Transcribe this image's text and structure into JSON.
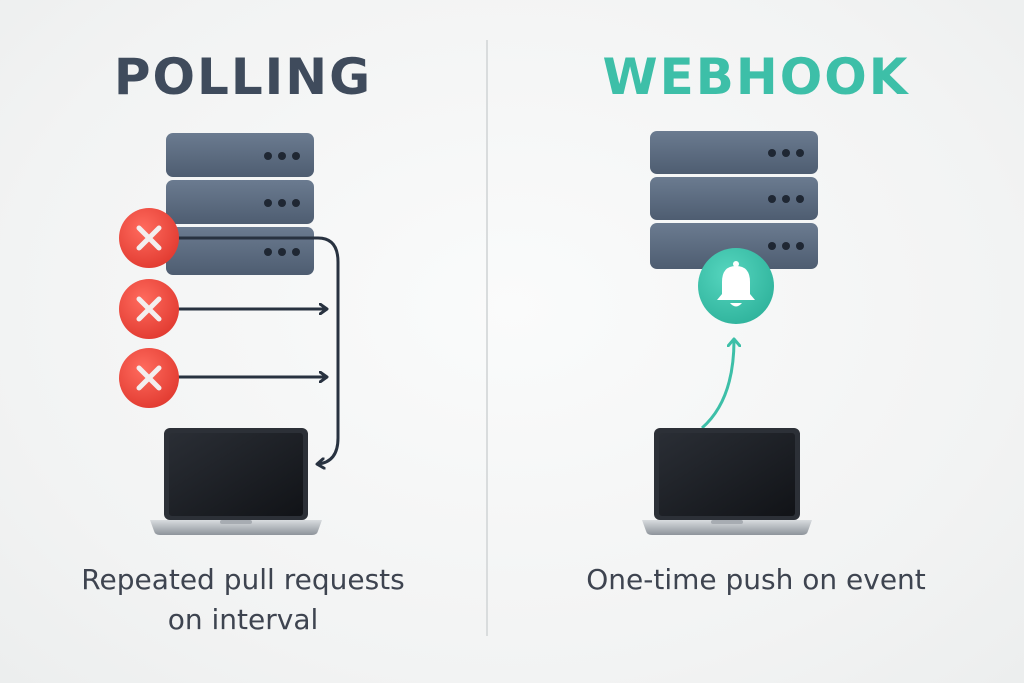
{
  "polling": {
    "title": "POLLING",
    "caption_line1": "Repeated pull requests",
    "caption_line2": "on interval",
    "title_color": "#3f4b5c",
    "failed_requests": 3
  },
  "webhook": {
    "title": "WEBHOOK",
    "caption": "One-time push on event",
    "title_color": "#3dbfa8",
    "notification_icon": "bell-icon"
  },
  "colors": {
    "server": "#5b6b80",
    "error": "#ee4b3f",
    "accent": "#3dbfa8",
    "arrow": "#283240",
    "laptop": "#1c1f24"
  }
}
